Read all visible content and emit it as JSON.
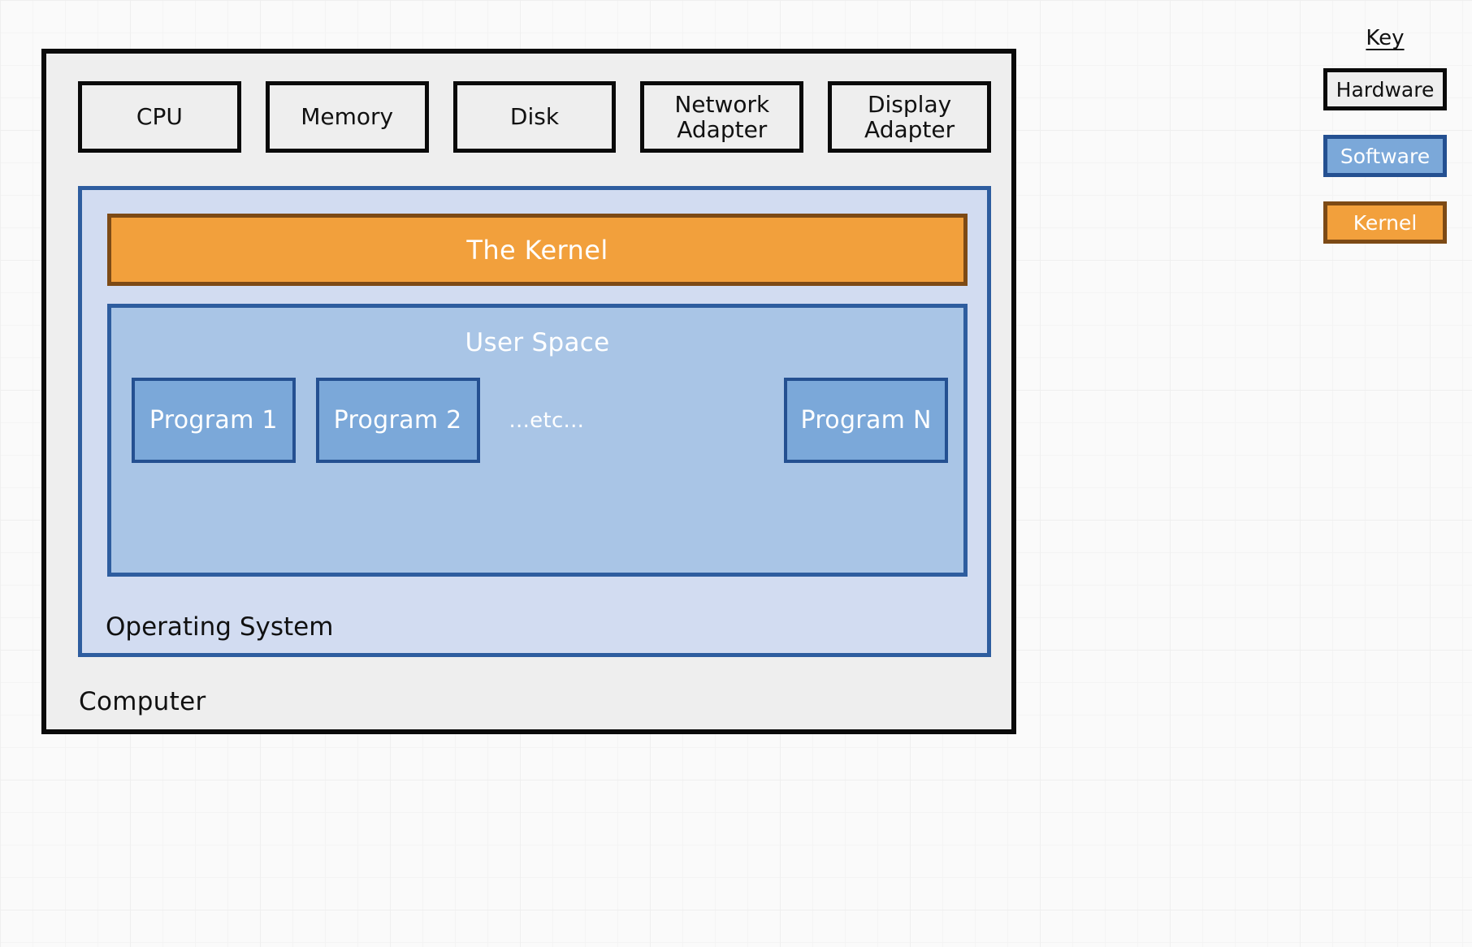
{
  "diagram": {
    "computer": {
      "label": "Computer",
      "hardware_components": [
        {
          "label": "CPU"
        },
        {
          "label": "Memory"
        },
        {
          "label": "Disk"
        },
        {
          "label": "Network\nAdapter"
        },
        {
          "label": "Display\nAdapter"
        }
      ],
      "operating_system": {
        "label": "Operating System",
        "kernel": {
          "label": "The Kernel"
        },
        "user_space": {
          "title": "User Space",
          "programs": [
            {
              "label": "Program 1"
            },
            {
              "label": "Program 2"
            },
            {
              "label": "Program N"
            }
          ],
          "ellipsis": "...etc..."
        }
      }
    }
  },
  "key": {
    "title": "Key",
    "items": [
      {
        "label": "Hardware",
        "fill": "#eeeeee",
        "stroke": "#0a0a0a"
      },
      {
        "label": "Software",
        "fill": "#7ba8d9",
        "stroke": "#245091"
      },
      {
        "label": "Kernel",
        "fill": "#f2a03c",
        "stroke": "#7d4a15"
      }
    ]
  },
  "colors": {
    "background": "#fafafa",
    "grid_line": "#efefef",
    "hardware_fill": "#eeeeee",
    "hardware_stroke": "#0a0a0a",
    "os_fill": "#d2dcf1",
    "os_stroke": "#2e5d9f",
    "userspace_fill": "#a9c5e6",
    "program_fill": "#7ba8d9",
    "program_stroke": "#245091",
    "kernel_fill": "#f2a03c",
    "kernel_stroke": "#7d4a15"
  }
}
